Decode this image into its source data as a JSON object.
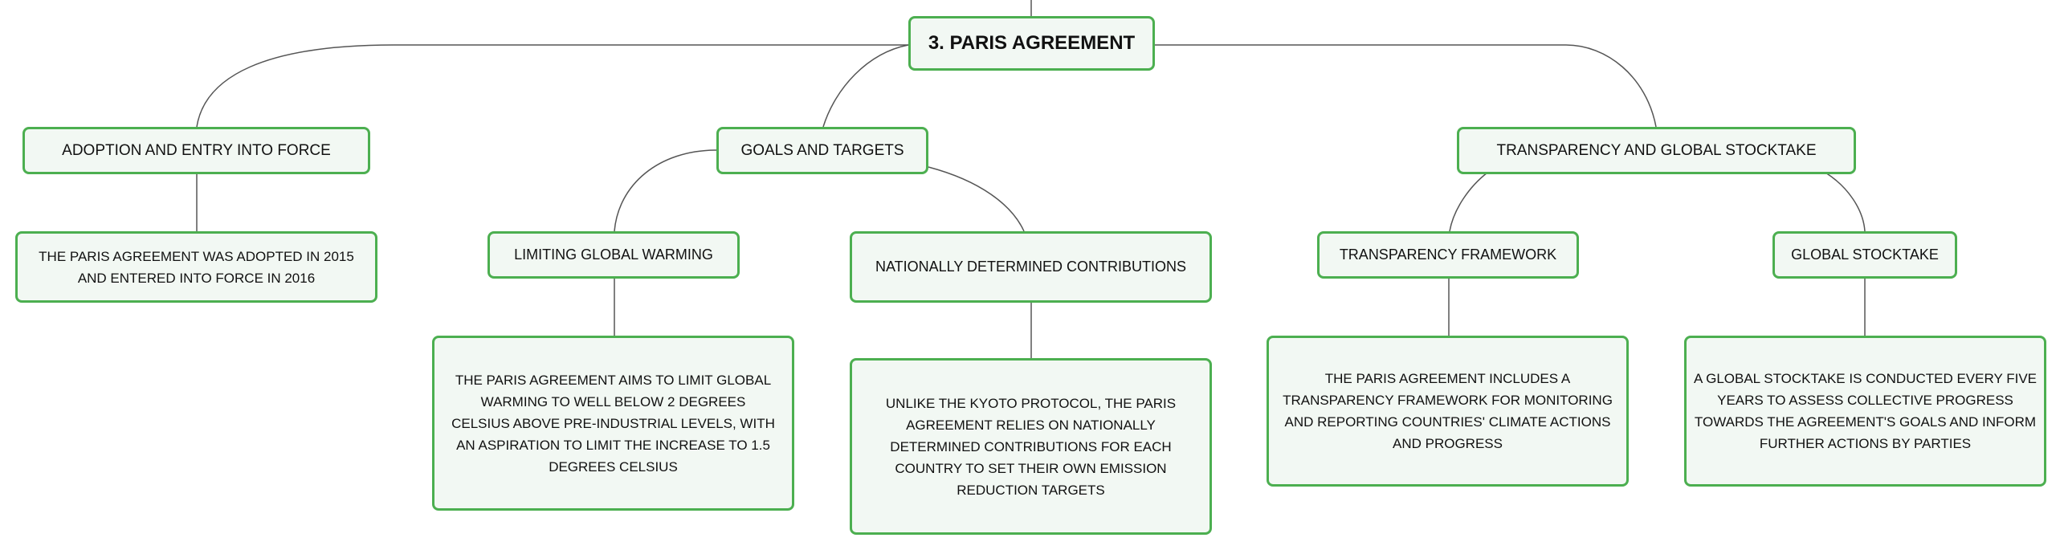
{
  "root": {
    "title": "3. PARIS AGREEMENT"
  },
  "branches": [
    {
      "label": "ADOPTION AND ENTRY INTO FORCE",
      "detail": "THE PARIS AGREEMENT WAS ADOPTED IN 2015 AND ENTERED INTO FORCE IN 2016"
    },
    {
      "label": "GOALS AND TARGETS",
      "children": [
        {
          "label": "LIMITING GLOBAL WARMING",
          "detail": "THE PARIS AGREEMENT AIMS TO LIMIT GLOBAL WARMING TO WELL BELOW 2 DEGREES CELSIUS ABOVE PRE-INDUSTRIAL LEVELS, WITH AN ASPIRATION TO LIMIT THE INCREASE TO 1.5 DEGREES CELSIUS"
        },
        {
          "label": "NATIONALLY DETERMINED CONTRIBUTIONS",
          "detail": "UNLIKE THE KYOTO PROTOCOL, THE PARIS AGREEMENT RELIES ON NATIONALLY DETERMINED CONTRIBUTIONS FOR EACH COUNTRY TO SET THEIR OWN EMISSION REDUCTION TARGETS"
        }
      ]
    },
    {
      "label": "TRANSPARENCY AND GLOBAL STOCKTAKE",
      "children": [
        {
          "label": "TRANSPARENCY FRAMEWORK",
          "detail": "THE PARIS AGREEMENT INCLUDES A TRANSPARENCY FRAMEWORK FOR MONITORING AND REPORTING COUNTRIES' CLIMATE ACTIONS AND PROGRESS"
        },
        {
          "label": "GLOBAL STOCKTAKE",
          "detail": "A GLOBAL STOCKTAKE IS CONDUCTED EVERY FIVE YEARS TO ASSESS COLLECTIVE PROGRESS TOWARDS THE AGREEMENT'S GOALS AND INFORM FURTHER ACTIONS BY PARTIES"
        }
      ]
    }
  ]
}
